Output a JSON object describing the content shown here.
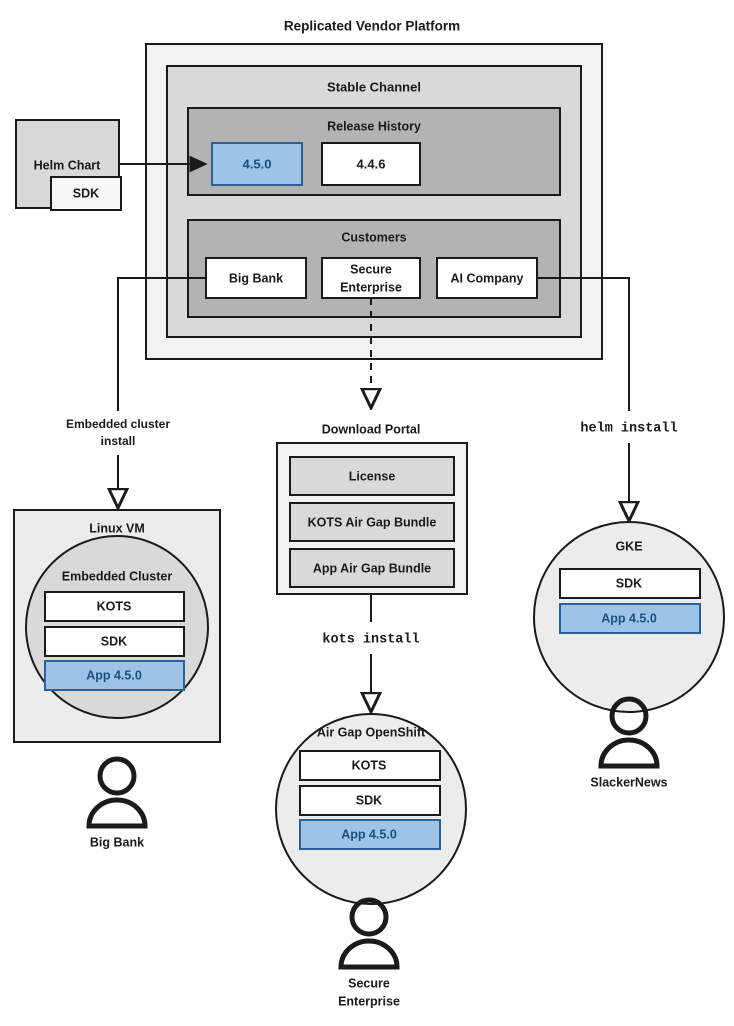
{
  "diagram": {
    "title": "Replicated Vendor Platform",
    "colors": {
      "outer_panel": "#f2f2f2",
      "channel_panel": "#d9d9d9",
      "inner_panel": "#b3b3b3",
      "white_box": "#ffffff",
      "light_box": "#ececec",
      "accent_blue_fill": "#9dc3e6",
      "accent_blue_border": "#2a6099",
      "accent_blue_text": "#1c4f82",
      "line": "#1a1a1a"
    },
    "platform": {
      "title": "Replicated Vendor Platform",
      "channel": {
        "title": "Stable Channel",
        "release_history": {
          "title": "Release History",
          "releases": [
            {
              "label": "4.5.0",
              "highlighted": true
            },
            {
              "label": "4.4.6",
              "highlighted": false
            }
          ]
        },
        "customers": {
          "title": "Customers",
          "items": [
            {
              "label": "Big Bank"
            },
            {
              "label": "Secure\nEnterprise",
              "line1": "Secure",
              "line2": "Enterprise"
            },
            {
              "label": "AI Company"
            }
          ]
        }
      }
    },
    "helm_chart": {
      "title": "Helm Chart",
      "sub_box": "SDK"
    },
    "flows": [
      {
        "id": "embedded-cluster-install",
        "line1": "Embedded cluster",
        "line2": "install",
        "style": "text"
      },
      {
        "id": "kots-install",
        "label": "kots install",
        "style": "mono"
      },
      {
        "id": "helm-install",
        "label": "helm install",
        "style": "mono"
      }
    ],
    "download_portal": {
      "title": "Download Portal",
      "items": [
        {
          "label": "License"
        },
        {
          "label": "KOTS Air Gap Bundle"
        },
        {
          "label": "App Air Gap Bundle"
        }
      ]
    },
    "targets": [
      {
        "id": "linux-vm",
        "container_title": "Linux VM",
        "cluster_title": "Embedded Cluster",
        "components": [
          {
            "label": "KOTS",
            "highlighted": false
          },
          {
            "label": "SDK",
            "highlighted": false
          },
          {
            "label": "App 4.5.0",
            "highlighted": true
          }
        ],
        "persona": "Big Bank"
      },
      {
        "id": "air-gap-openshift",
        "container_title": "Air Gap OpenShift",
        "components": [
          {
            "label": "KOTS",
            "highlighted": false
          },
          {
            "label": "SDK",
            "highlighted": false
          },
          {
            "label": "App 4.5.0",
            "highlighted": true
          }
        ],
        "persona_line1": "Secure",
        "persona_line2": "Enterprise"
      },
      {
        "id": "gke",
        "container_title": "GKE",
        "components": [
          {
            "label": "SDK",
            "highlighted": false
          },
          {
            "label": "App 4.5.0",
            "highlighted": true
          }
        ],
        "persona": "SlackerNews"
      }
    ]
  }
}
